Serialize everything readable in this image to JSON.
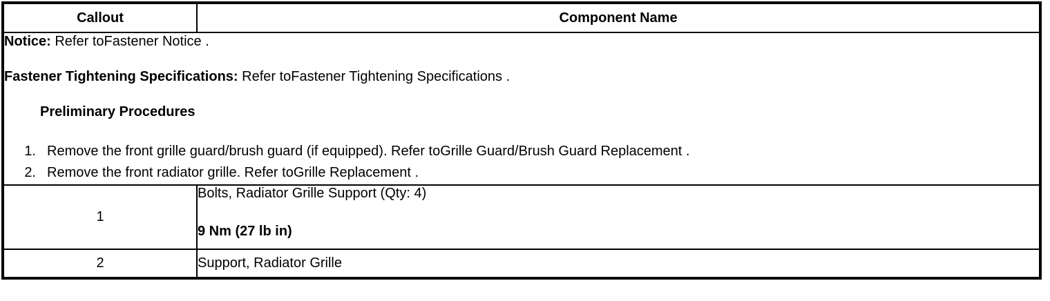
{
  "colors": {
    "border": "#000000",
    "background": "#ffffff",
    "text": "#000000"
  },
  "table": {
    "header": {
      "callout": "Callout",
      "component_name": "Component Name"
    },
    "notice_section": {
      "notice_label": "Notice:",
      "notice_text": " Refer toFastener Notice .",
      "fastener_label": "Fastener Tightening Specifications:",
      "fastener_text": " Refer toFastener Tightening Specifications .",
      "preliminary_heading": "Preliminary Procedures",
      "steps": [
        {
          "number": "1.",
          "text": "Remove the front grille guard/brush guard (if equipped). Refer toGrille Guard/Brush Guard Replacement ."
        },
        {
          "number": "2.",
          "text": "Remove the front radiator grille. Refer toGrille Replacement ."
        }
      ]
    },
    "rows": [
      {
        "callout": "1",
        "component": "Bolts, Radiator Grille Support (Qty: 4)",
        "torque": "9 Nm (27 lb in)"
      },
      {
        "callout": "2",
        "component": "Support, Radiator Grille",
        "torque": ""
      }
    ]
  }
}
